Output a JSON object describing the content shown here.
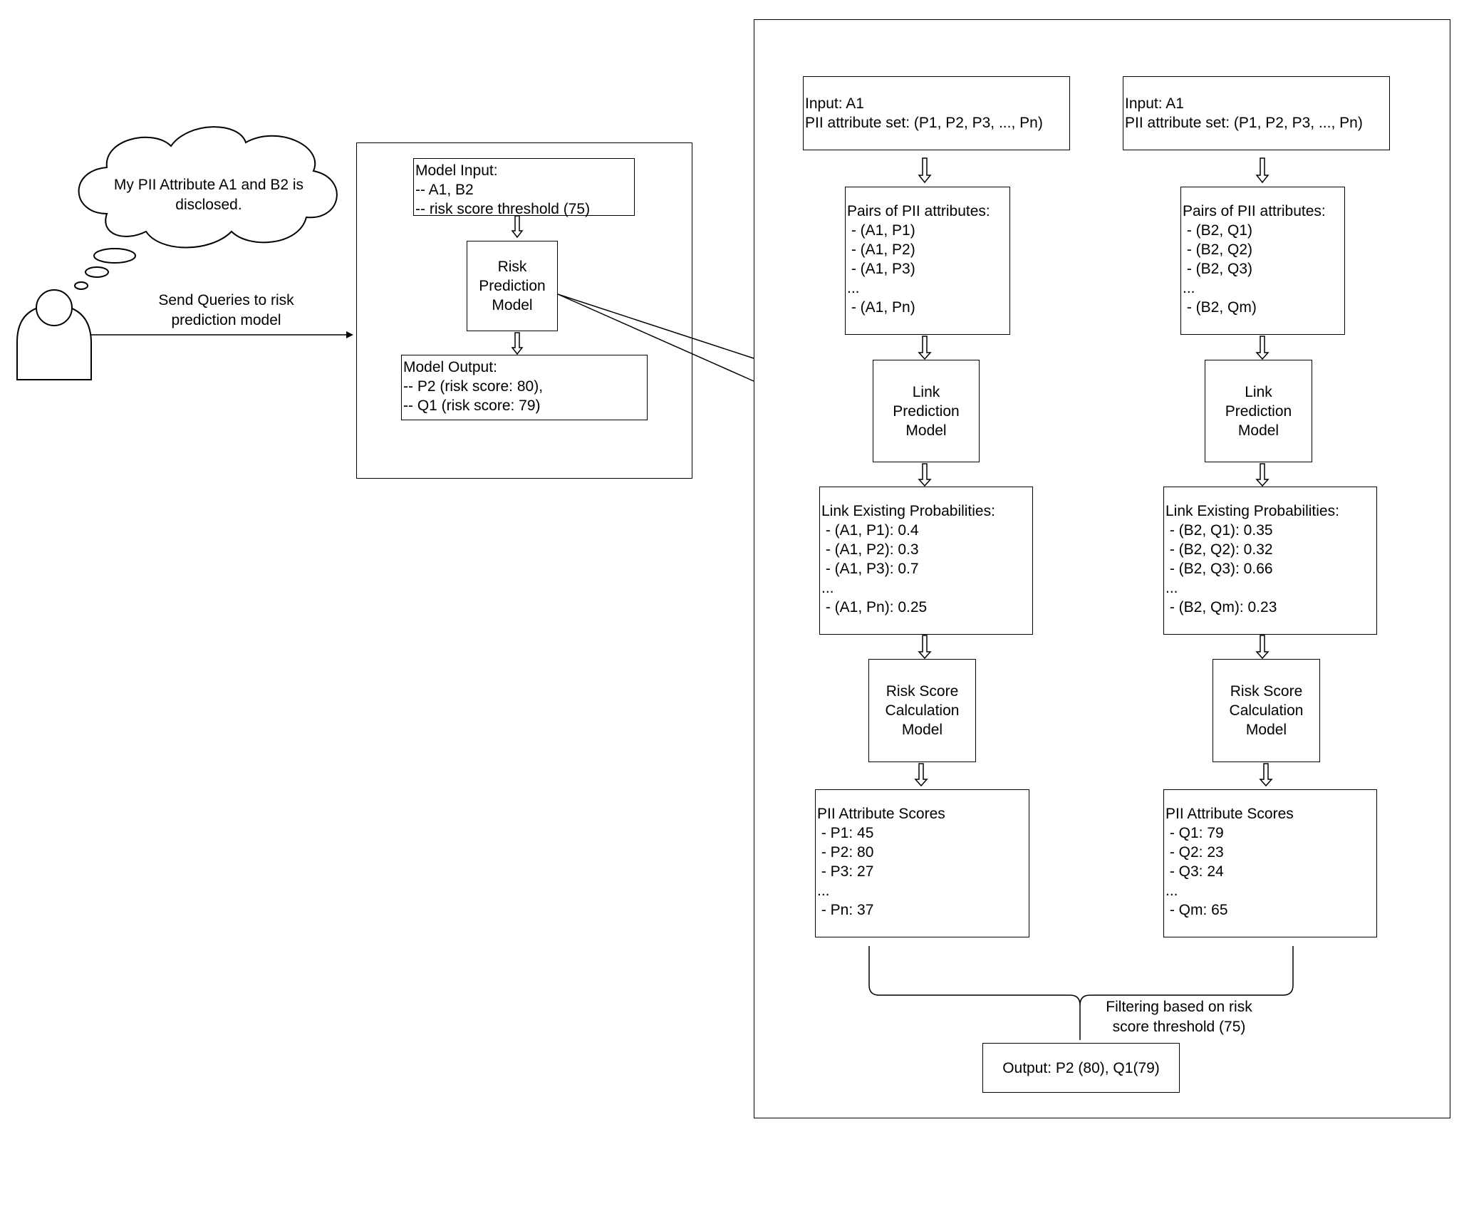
{
  "user": {
    "thought": [
      "My PII Attribute A1 and B2 is",
      "disclosed."
    ],
    "query_label": [
      "Send Queries to risk",
      "prediction model"
    ]
  },
  "risk_system": {
    "model_input": [
      "Model Input:",
      "-- A1, B2",
      "-- risk score threshold (75)"
    ],
    "risk_model": [
      "Risk",
      "Prediction",
      "Model"
    ],
    "model_output": [
      "Model Output:",
      "-- P2 (risk score: 80),",
      "-- Q1 (risk score: 79)"
    ]
  },
  "pipelines": [
    {
      "input": [
        "Input: A1",
        "PII attribute set: (P1, P2, P3, ..., Pn)"
      ],
      "pairs": [
        "Pairs of PII attributes:",
        " - (A1, P1)",
        " - (A1, P2)",
        " - (A1, P3)",
        "...",
        " - (A1, Pn)"
      ],
      "link_model": [
        "Link",
        "Prediction",
        "Model"
      ],
      "probabilities": [
        "Link Existing Probabilities:",
        " - (A1, P1): 0.4",
        " - (A1, P2): 0.3",
        " - (A1, P3): 0.7",
        "...",
        " - (A1, Pn): 0.25"
      ],
      "score_model": [
        "Risk Score",
        "Calculation",
        "Model"
      ],
      "scores": [
        "PII Attribute Scores",
        " - P1: 45",
        " - P2: 80",
        " - P3: 27",
        "...",
        " - Pn: 37"
      ]
    },
    {
      "input": [
        "Input: A1",
        "PII attribute set: (P1, P2, P3, ..., Pn)"
      ],
      "pairs": [
        "Pairs of PII attributes:",
        " - (B2, Q1)",
        " - (B2, Q2)",
        " - (B2, Q3)",
        "...",
        " - (B2, Qm)"
      ],
      "link_model": [
        "Link",
        "Prediction",
        "Model"
      ],
      "probabilities": [
        "Link Existing Probabilities:",
        " - (B2, Q1): 0.35",
        " - (B2, Q2): 0.32",
        " - (B2, Q3): 0.66",
        "...",
        " - (B2, Qm): 0.23"
      ],
      "score_model": [
        "Risk Score",
        "Calculation",
        "Model"
      ],
      "scores": [
        "PII Attribute Scores",
        " - Q1: 79",
        " - Q2: 23",
        " - Q3: 24",
        "...",
        " - Qm: 65"
      ]
    }
  ],
  "filter_label": [
    "Filtering based on risk",
    "score threshold (75)"
  ],
  "output": "Output: P2 (80), Q1(79)"
}
